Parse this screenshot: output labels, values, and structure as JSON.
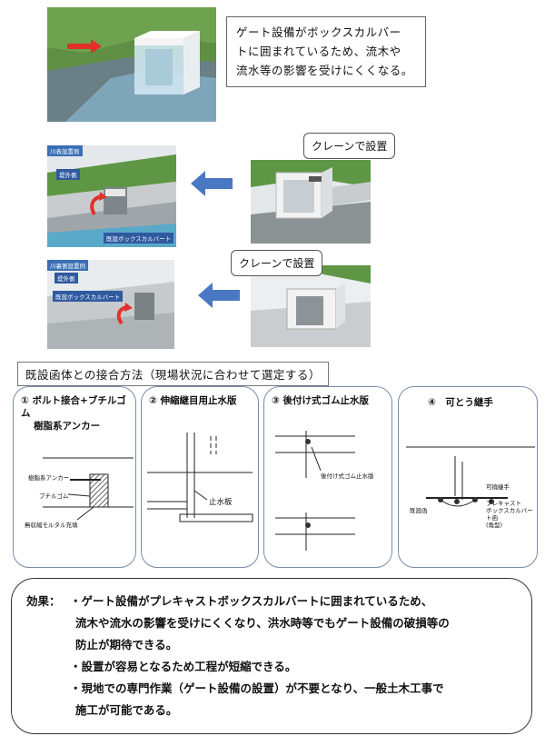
{
  "top": {
    "description_lines": [
      "ゲート設備がボックスカルバー",
      "トに囲まれているため、流木や",
      "流水等の影響を受けにくくなる。"
    ]
  },
  "install": {
    "row1": {
      "label_tag": "川表設置例",
      "side_label": "堤外側",
      "culvert_label": "既設ボックスカルバート",
      "crane_label": "クレーンで設置"
    },
    "row2": {
      "label_tag": "川裏側設置例",
      "side_label": "堤外側",
      "culvert_label": "既設ボックスカルバート",
      "crane_label": "クレーンで設置"
    }
  },
  "joint_section": {
    "title": "既設函体との接合方法（現場状況に合わせて選定する）",
    "panels": [
      {
        "title_lines": [
          "① ボルト接合+ブチルゴム",
          "樹脂系アンカー"
        ],
        "labels": [
          "樹脂系アンカー",
          "ブチルゴム",
          "無収縮モルタル充填"
        ]
      },
      {
        "title_lines": [
          "② 伸縮継目用止水版"
        ],
        "labels": [
          "止水板"
        ]
      },
      {
        "title_lines": [
          "③ 後付け式ゴム止水版"
        ],
        "labels": [
          "後付け式ゴム止水版"
        ]
      },
      {
        "title_lines": [
          "④　可とう継手"
        ],
        "labels": [
          "可撓継手",
          "既設函",
          "プレキャスト",
          "ボックスカルバート函",
          "(角型)"
        ]
      }
    ]
  },
  "effects": {
    "heading": "効果：",
    "lines": [
      "・ゲート設備がプレキャストボックスカルバートに囲まれているため、",
      "流木や流水の影響を受けにくくなり、洪水時等でもゲート設備の破損等の",
      "防止が期待できる。",
      "・設置が容易となるため工程が短縮できる。",
      "・現地での専門作業（ゲート設備の設置）が不要となり、一般土木工事で",
      "施工が可能である。"
    ]
  },
  "colors": {
    "grass": "#4f8c3a",
    "water": "#5b8fb0",
    "concrete": "#d9dde0",
    "arrow_blue": "#4b78c2",
    "arrow_red": "#e0322a"
  }
}
